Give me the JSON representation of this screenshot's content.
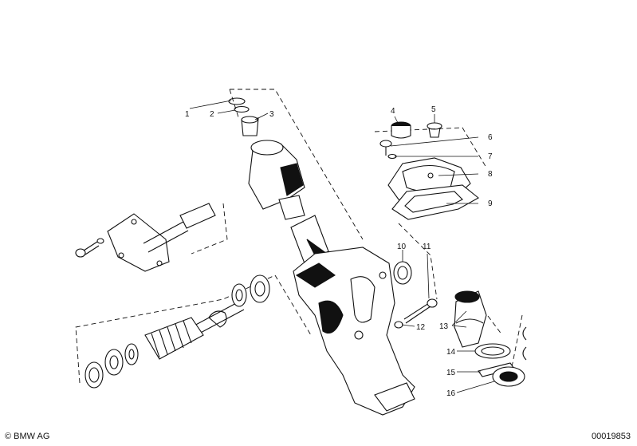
{
  "callouts": [
    {
      "id": "1",
      "label": "1"
    },
    {
      "id": "2",
      "label": "2"
    },
    {
      "id": "3",
      "label": "3"
    },
    {
      "id": "4",
      "label": "4"
    },
    {
      "id": "5",
      "label": "5"
    },
    {
      "id": "6",
      "label": "6"
    },
    {
      "id": "7",
      "label": "7"
    },
    {
      "id": "8",
      "label": "8"
    },
    {
      "id": "9",
      "label": "9"
    },
    {
      "id": "10",
      "label": "10"
    },
    {
      "id": "11",
      "label": "11"
    },
    {
      "id": "12",
      "label": "12"
    },
    {
      "id": "13",
      "label": "13"
    },
    {
      "id": "14",
      "label": "14"
    },
    {
      "id": "15",
      "label": "15"
    },
    {
      "id": "16",
      "label": "16"
    }
  ],
  "footer": {
    "copyright": "© BMW AG",
    "drawing_number": "00019853"
  }
}
